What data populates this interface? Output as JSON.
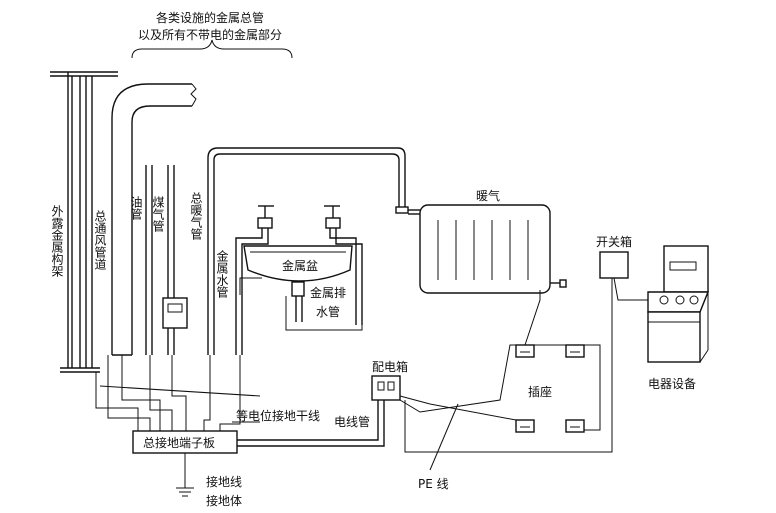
{
  "labels": {
    "top_line1": "各类设施的金属总管",
    "top_line2": "以及所有不带电的金属部分",
    "frame": "外露金属构架",
    "duct": "总通风管道",
    "oil": "油管",
    "gas": "煤气管",
    "heat_pipe": "总暖气管",
    "water": "金属水管",
    "basin": "金属盆",
    "drain1": "金属排",
    "drain2": "水管",
    "radiator": "暖气",
    "switchbox": "开关箱",
    "appliance": "电器设备",
    "panel": "配电箱",
    "socket": "插座",
    "bond_trunk": "等电位接地干线",
    "conduit": "电线管",
    "terminal": "总接地端子板",
    "pe": "PE 线",
    "earth_wire": "接地线",
    "earth_body": "接地体"
  }
}
